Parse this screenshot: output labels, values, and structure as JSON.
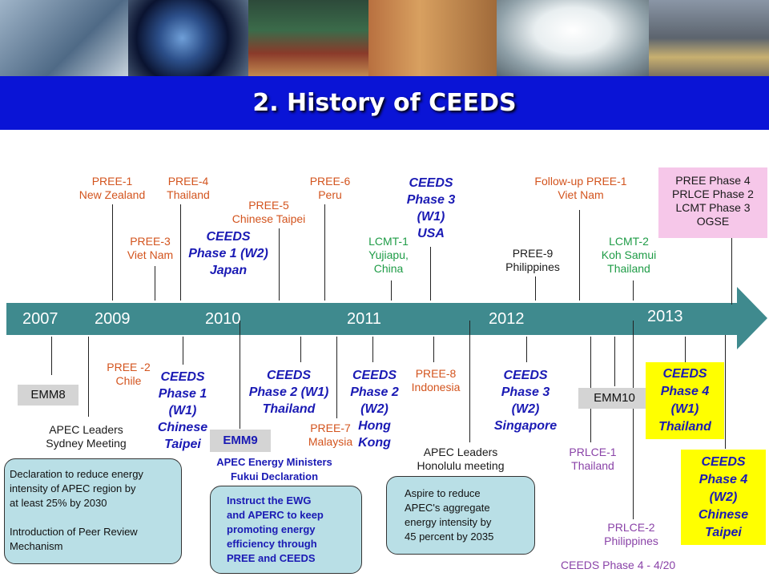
{
  "title": "2. History of CEEDS",
  "timeline": {
    "years": [
      "2007",
      "2009",
      "2010",
      "2011",
      "2012",
      "2013"
    ]
  },
  "above": {
    "pree1": "PREE-1\nNew Zealand",
    "pree4": "PREE-4\nThailand",
    "pree3": "PREE-3\nViet Nam",
    "ceeds1w2": "CEEDS\nPhase 1 (W2)\nJapan",
    "pree5": "PREE-5\nChinese Taipei",
    "pree6": "PREE-6\nPeru",
    "lcmt1": "LCMT-1\nYujiapu,\nChina",
    "ceeds3w1": "CEEDS\nPhase 3\n(W1)\nUSA",
    "pree9": "PREE-9\nPhilippines",
    "followup": "Follow-up PREE-1\nViet Nam",
    "lcmt2": "LCMT-2\nKoh Samui\nThailand",
    "pinkbox": "PREE Phase 4\nPRLCE Phase 2\nLCMT Phase 3\nOGSE"
  },
  "below": {
    "emm8": "EMM8",
    "apec_sydney": "APEC Leaders\nSydney Meeting",
    "pree2": "PREE -2\nChile",
    "ceeds1w1": "CEEDS\nPhase 1\n(W1)\nChinese\nTaipei",
    "emm9": "EMM9",
    "fukui": "APEC Energy Ministers\nFukui Declaration",
    "ceeds2w1": "CEEDS\nPhase 2 (W1)\nThailand",
    "pree7": "PREE-7\nMalaysia",
    "ceeds2w2": "CEEDS\nPhase 2\n(W2)\nHong\nKong",
    "pree8": "PREE-8\nIndonesia",
    "apec_honolulu": "APEC Leaders\nHonolulu meeting",
    "ceeds3w2": "CEEDS\nPhase 3\n(W2)\nSingapore",
    "emm10": "EMM10",
    "prlce1": "PRLCE-1\nThailand",
    "prlce2": "PRLCE-2\nPhilippines",
    "ceeds4w1": "CEEDS\nPhase 4\n(W1)\nThailand",
    "ceeds4w2": "CEEDS\nPhase 4\n(W2)\nChinese\nTaipei"
  },
  "callouts": {
    "sydney": "Declaration to reduce energy\nintensity of APEC region by\nat least 25% by 2030\n\nIntroduction of Peer Review\nMechanism",
    "fukui": "Instruct the EWG\nand APERC to keep\npromoting energy\nefficiency through\nPREE and CEEDS",
    "honolulu": "Aspire to reduce\nAPEC's aggregate\nenergy intensity by\n45 percent by 2035"
  },
  "footer": "CEEDS Phase 4 - 4/20",
  "colors": {
    "title_bar": "#0a14d6",
    "arrow": "#3f8a8e",
    "highlight": "#ffff00",
    "pink": "#f6c7e9",
    "callout": "#b9dfe6"
  }
}
